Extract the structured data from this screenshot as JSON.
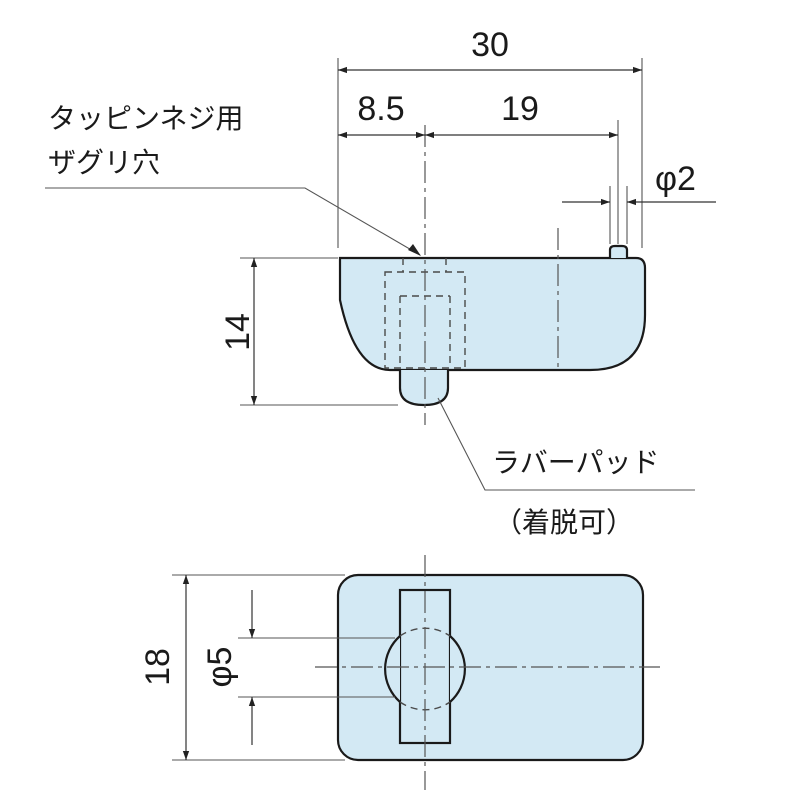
{
  "colors": {
    "part_fill": "#d3e9f4",
    "line": "#1a1a1a"
  },
  "dimensions": {
    "overall_width": "30",
    "screw_offset": "8.5",
    "pin_spacing": "19",
    "pin_diameter": "φ2",
    "height": "14",
    "depth": "18",
    "pad_diameter": "φ5"
  },
  "labels": {
    "screw_hole_line1": "タッピンネジ用",
    "screw_hole_line2": "ザグリ穴",
    "rubber_pad": "ラバーパッド",
    "removable": "（着脱可）"
  }
}
